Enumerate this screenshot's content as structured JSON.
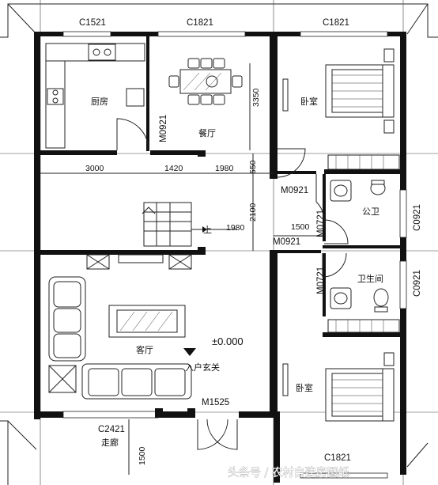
{
  "rooms": {
    "kitchen": "厨房",
    "dining": "餐厅",
    "bedroom_top": "卧室",
    "bedroom_bottom": "卧室",
    "public_bath": "公卫",
    "bathroom": "卫生间",
    "living": "客厅",
    "entry": "入户玄关",
    "corridor": "走廊"
  },
  "windows": {
    "kitchen": "C1521",
    "dining": "C1821",
    "bedroom_top": "C1821",
    "bath_side_1": "C0921",
    "bath_side_2": "C0921",
    "living_bottom": "C2421",
    "bedroom_bottom": "C1821"
  },
  "doors": {
    "kitchen": "M0921",
    "bedroom_top": "M0921",
    "bath_pub": "M0721",
    "corridor": "M0921",
    "bathroom": "M0721",
    "entry": "M1525"
  },
  "dimensions": {
    "kitchen_width": "3000",
    "mid_width": "1420",
    "right_width": "1980",
    "dining_depth": "3350",
    "gap_small": "550",
    "stair_depth": "2100",
    "stair_width": "1980",
    "bath_width": "1500",
    "porch_depth": "1500"
  },
  "annotations": {
    "stair_up": "上",
    "elevation": "±0.000"
  },
  "watermark": "头条号 / 农村自建房图纸"
}
